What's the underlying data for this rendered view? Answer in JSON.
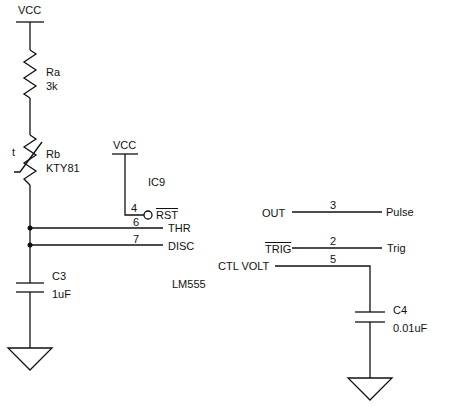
{
  "diagram": {
    "labels": [
      "VCC",
      "Ra",
      "3k",
      "Rb",
      "KTY81",
      "t",
      "VCC",
      "IC9",
      "4",
      "RST",
      "6",
      "THR",
      "7",
      "DISC",
      "OUT",
      "3",
      "Pulse",
      "TRIG",
      "2",
      "Trig",
      "CTL VOLT",
      "5",
      "C3",
      "1uF",
      "LM555",
      "C4",
      "0.01uF"
    ]
  }
}
